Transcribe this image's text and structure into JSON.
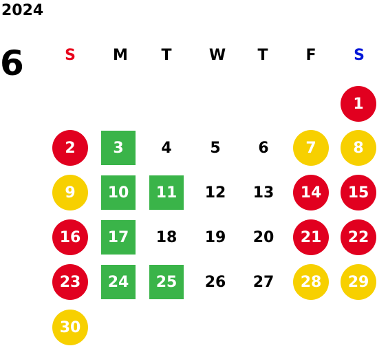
{
  "calendar": {
    "year": "2024",
    "month": "6",
    "weekdays": [
      {
        "label": "S",
        "color": "#e8001c"
      },
      {
        "label": "M",
        "color": "#000000"
      },
      {
        "label": "T",
        "color": "#000000"
      },
      {
        "label": "W",
        "color": "#000000"
      },
      {
        "label": "T",
        "color": "#000000"
      },
      {
        "label": "F",
        "color": "#000000"
      },
      {
        "label": "S",
        "color": "#0018d8"
      }
    ],
    "colors": {
      "red": "#e1001f",
      "yellow": "#f7d000",
      "green": "#3ab449"
    },
    "days": [
      {
        "label": "1",
        "style": "red"
      },
      {
        "label": "2",
        "style": "red"
      },
      {
        "label": "3",
        "style": "green"
      },
      {
        "label": "4",
        "style": "plain"
      },
      {
        "label": "5",
        "style": "plain"
      },
      {
        "label": "6",
        "style": "plain"
      },
      {
        "label": "7",
        "style": "yellow"
      },
      {
        "label": "8",
        "style": "yellow"
      },
      {
        "label": "9",
        "style": "yellow"
      },
      {
        "label": "10",
        "style": "green"
      },
      {
        "label": "11",
        "style": "green"
      },
      {
        "label": "12",
        "style": "plain"
      },
      {
        "label": "13",
        "style": "plain"
      },
      {
        "label": "14",
        "style": "red"
      },
      {
        "label": "15",
        "style": "red"
      },
      {
        "label": "16",
        "style": "red"
      },
      {
        "label": "17",
        "style": "green"
      },
      {
        "label": "18",
        "style": "plain"
      },
      {
        "label": "19",
        "style": "plain"
      },
      {
        "label": "20",
        "style": "plain"
      },
      {
        "label": "21",
        "style": "red"
      },
      {
        "label": "22",
        "style": "red"
      },
      {
        "label": "23",
        "style": "red"
      },
      {
        "label": "24",
        "style": "green"
      },
      {
        "label": "25",
        "style": "green"
      },
      {
        "label": "26",
        "style": "plain"
      },
      {
        "label": "27",
        "style": "plain"
      },
      {
        "label": "28",
        "style": "yellow"
      },
      {
        "label": "29",
        "style": "yellow"
      },
      {
        "label": "30",
        "style": "yellow"
      }
    ]
  }
}
